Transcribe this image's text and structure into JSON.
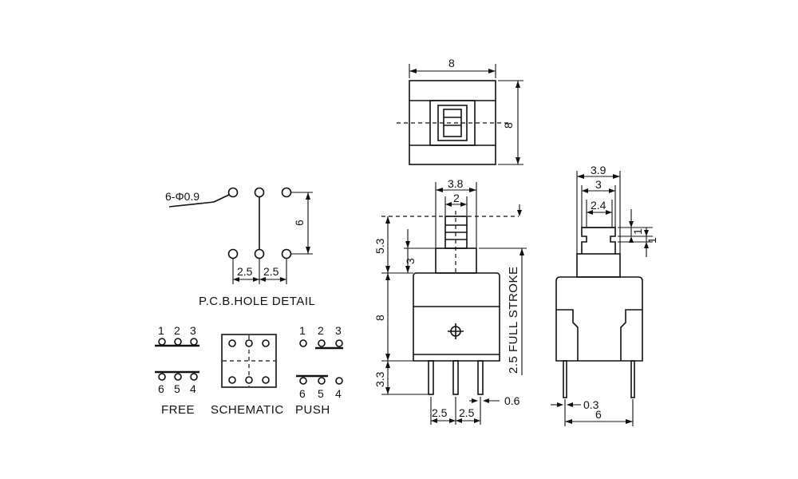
{
  "pcb": {
    "hole_spec": "6-Φ0.9",
    "pitch_left": "2.5",
    "pitch_right": "2.5",
    "row_spacing": "6",
    "caption": "P.C.B.HOLE DETAIL"
  },
  "schematic": {
    "free_top_pins": [
      "1",
      "2",
      "3"
    ],
    "free_bottom_pins": [
      "6",
      "5",
      "4"
    ],
    "push_top_pins": [
      "1",
      "2",
      "3"
    ],
    "push_bottom_pins": [
      "6",
      "5",
      "4"
    ],
    "free_label": "FREE",
    "center_label": "SCHEMATIC",
    "push_label": "PUSH"
  },
  "top_view": {
    "width": "8",
    "height": "8"
  },
  "front_view": {
    "actuator_outer": "3.8",
    "actuator_inner": "2",
    "total_height": "5.3",
    "actuator_step": "3",
    "body_height": "8",
    "pin_length": "3.3",
    "stroke": "2.5 FULL STROKE",
    "pitch_left": "2.5",
    "pitch_right": "2.5",
    "pin_width": "0.6"
  },
  "side_view": {
    "outer": "3.9",
    "middle": "3",
    "inner": "2.4",
    "notch_a": "1",
    "notch_b": "1",
    "pin_thickness": "0.3",
    "pin_span": "6"
  }
}
